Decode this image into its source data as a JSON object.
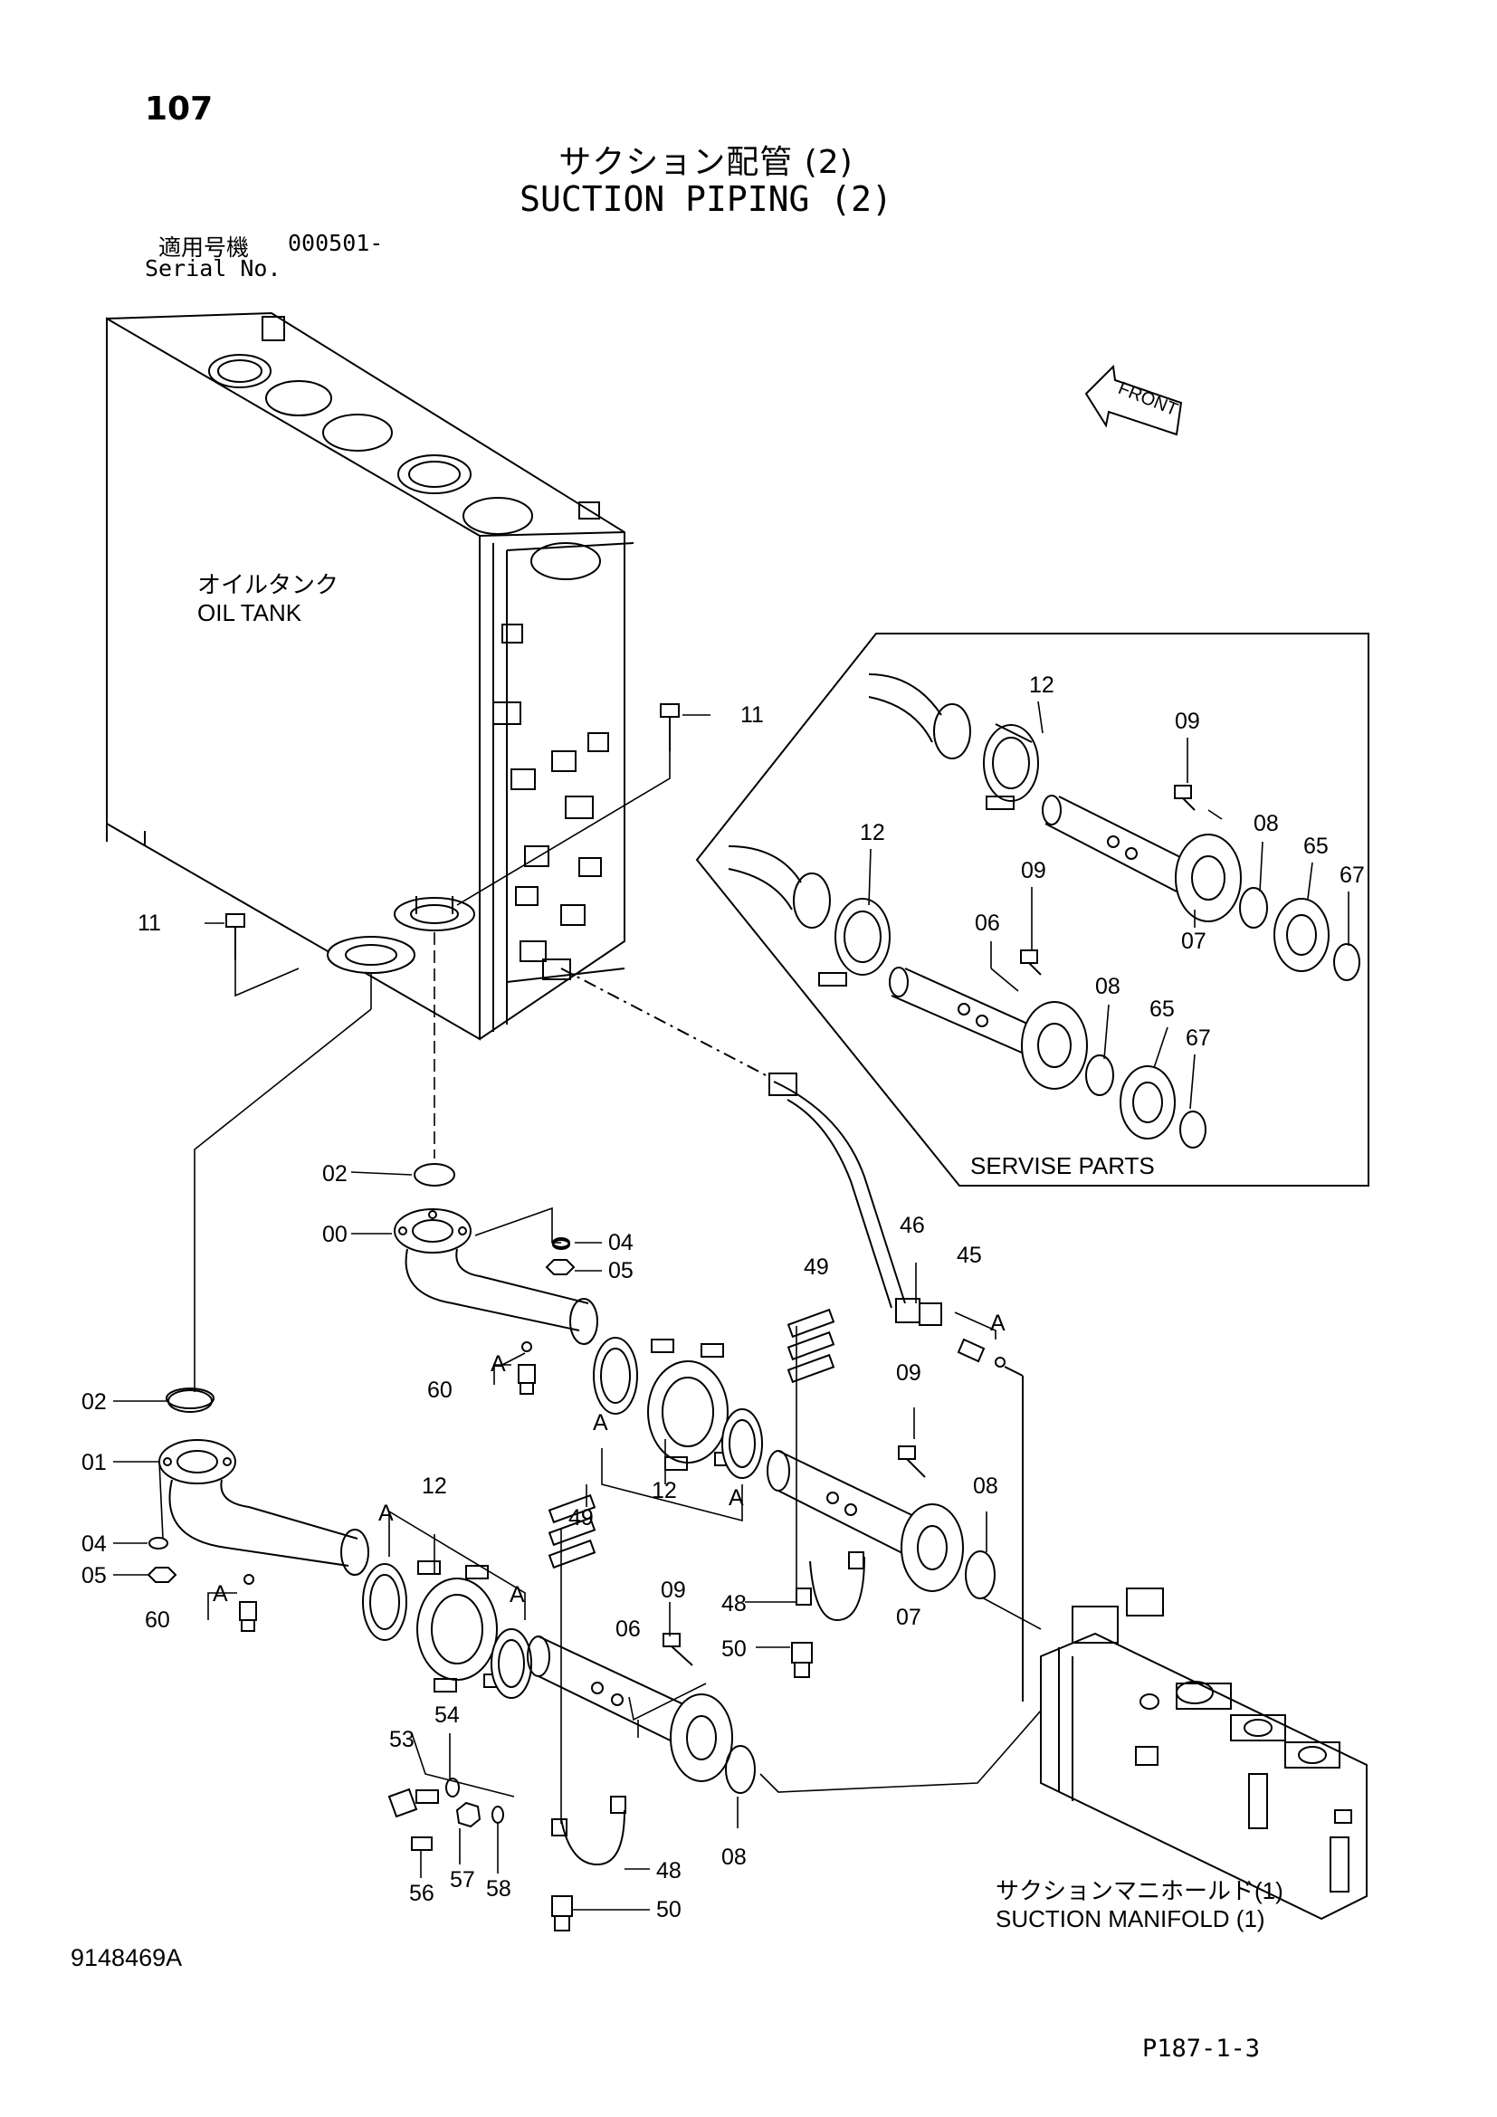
{
  "header": {
    "page_number": "107",
    "title_jp": "サクション配管 (2)",
    "title_en": "SUCTION PIPING (2)",
    "serial_label_jp": "適用号機",
    "serial_value": "000501-",
    "serial_label_en": "Serial No."
  },
  "labels": {
    "oil_tank_jp": "オイルタンク",
    "oil_tank_en": "OIL TANK",
    "front": "FRONT",
    "service_parts": "SERVISE PARTS",
    "suction_manifold_jp": "サクションマニホールド(1)",
    "suction_manifold_en": "SUCTION MANIFOLD (1)",
    "section_marker": "A"
  },
  "part_numbers": {
    "p00": "00",
    "p01": "01",
    "p02": "02",
    "p04": "04",
    "p05": "05",
    "p06": "06",
    "p07": "07",
    "p08": "08",
    "p09": "09",
    "p11": "11",
    "p12": "12",
    "p45": "45",
    "p46": "46",
    "p48": "48",
    "p49": "49",
    "p50": "50",
    "p53": "53",
    "p54": "54",
    "p56": "56",
    "p57": "57",
    "p58": "58",
    "p60": "60",
    "p65": "65",
    "p67": "67"
  },
  "footer": {
    "doc_id": "9148469A",
    "page_ref": "P187-1-3"
  }
}
